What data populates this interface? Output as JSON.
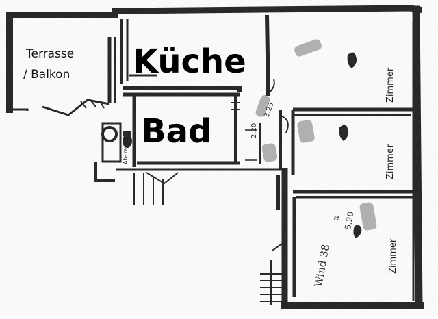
{
  "rooms": {
    "terrasse_line1": "Terrasse",
    "terrasse_line2": "/ Balkon",
    "kueche": "Küche",
    "bad": "Bad",
    "zimmer_1": "Zimmer",
    "zimmer_2": "Zimmer",
    "zimmer_3": "Zimmer"
  },
  "annotations": {
    "dim_1": "2.20",
    "dim_2": "3.25",
    "handwritten_1": "Wind 38",
    "handwritten_2": "x",
    "handwritten_3": "5.20",
    "abstell": "Ab-\nraum"
  },
  "colors": {
    "wall": "#1b1b1b",
    "paper": "#ffffff",
    "highlight": "#8e8e8e"
  }
}
